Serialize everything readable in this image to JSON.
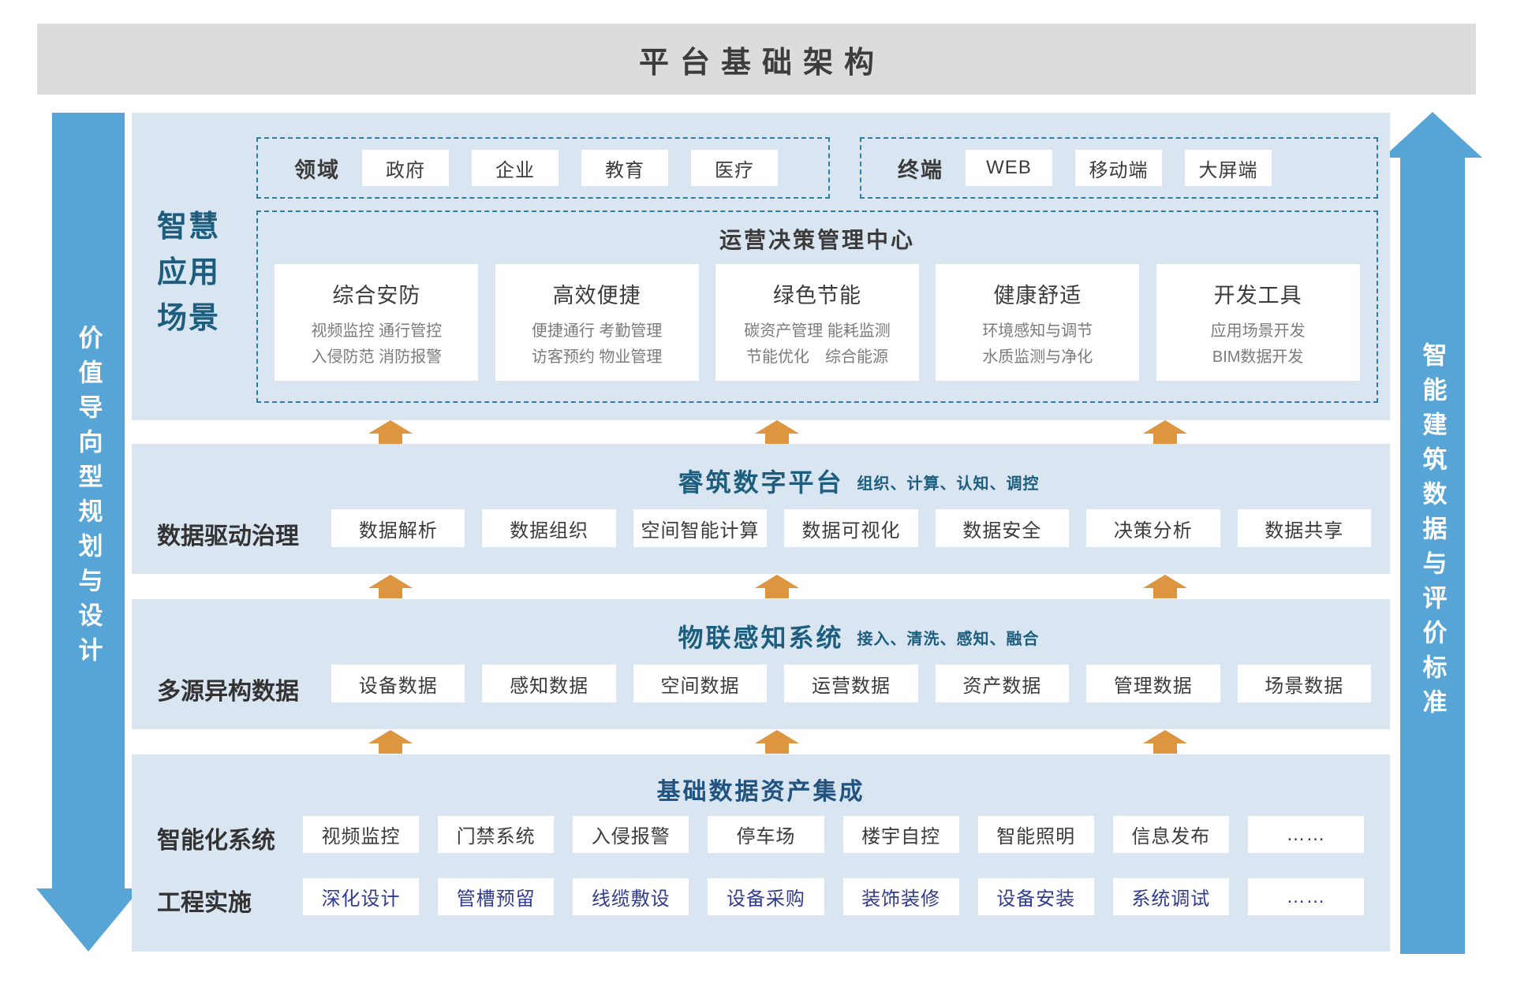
{
  "banner": {
    "title": "平台基础架构"
  },
  "left_arrow": {
    "label": "价值导向型规划与设计"
  },
  "right_arrow": {
    "label": "智能建筑数据与评价标准"
  },
  "layer1": {
    "side_label": "智慧\n应用\n场景",
    "domain_group": {
      "label": "领域",
      "items": [
        "政府",
        "企业",
        "教育",
        "医疗"
      ]
    },
    "terminal_group": {
      "label": "终端",
      "items": [
        "WEB",
        "移动端",
        "大屏端"
      ]
    },
    "center": {
      "title": "运营决策管理中心",
      "cards": [
        {
          "title": "综合安防",
          "lines": [
            "视频监控 通行管控",
            "入侵防范 消防报警"
          ]
        },
        {
          "title": "高效便捷",
          "lines": [
            "便捷通行 考勤管理",
            "访客预约 物业管理"
          ]
        },
        {
          "title": "绿色节能",
          "lines": [
            "碳资产管理 能耗监测",
            "节能优化　综合能源"
          ]
        },
        {
          "title": "健康舒适",
          "lines": [
            "环境感知与调节",
            "水质监测与净化"
          ]
        },
        {
          "title": "开发工具",
          "lines": [
            "应用场景开发",
            "BIM数据开发"
          ]
        }
      ]
    }
  },
  "layer2": {
    "side_label": "数据驱动治理",
    "title": "睿筑数字平台",
    "subtitle": "组织、计算、认知、调控",
    "items": [
      "数据解析",
      "数据组织",
      "空间智能计算",
      "数据可视化",
      "数据安全",
      "决策分析",
      "数据共享"
    ]
  },
  "layer3": {
    "side_label": "多源异构数据",
    "title": "物联感知系统",
    "subtitle": "接入、清洗、感知、融合",
    "items": [
      "设备数据",
      "感知数据",
      "空间数据",
      "运营数据",
      "资产数据",
      "管理数据",
      "场景数据"
    ]
  },
  "layer4": {
    "title": "基础数据资产集成",
    "rows": [
      {
        "label": "智能化系统",
        "items": [
          "视频监控",
          "门禁系统",
          "入侵报警",
          "停车场",
          "楼宇自控",
          "智能照明",
          "信息发布",
          "……"
        ]
      },
      {
        "label": "工程实施",
        "items": [
          "深化设计",
          "管槽预留",
          "线缆敷设",
          "设备采购",
          "装饰装修",
          "设备安装",
          "系统调试",
          "……"
        ]
      }
    ]
  },
  "colors": {
    "panel_bg": "#d9e6f2",
    "banner_bg": "#dcdcdc",
    "side_arrow_blue": "#57a5d6",
    "up_arrow_orange": "#dd9540",
    "teal_heading": "#1d5e7e",
    "navy_heading": "#215380",
    "dark_text": "#3b3b3b",
    "muted_text": "#7b7b7b",
    "indigo_text": "#323c8e",
    "dashed_border": "#2f7da0"
  }
}
